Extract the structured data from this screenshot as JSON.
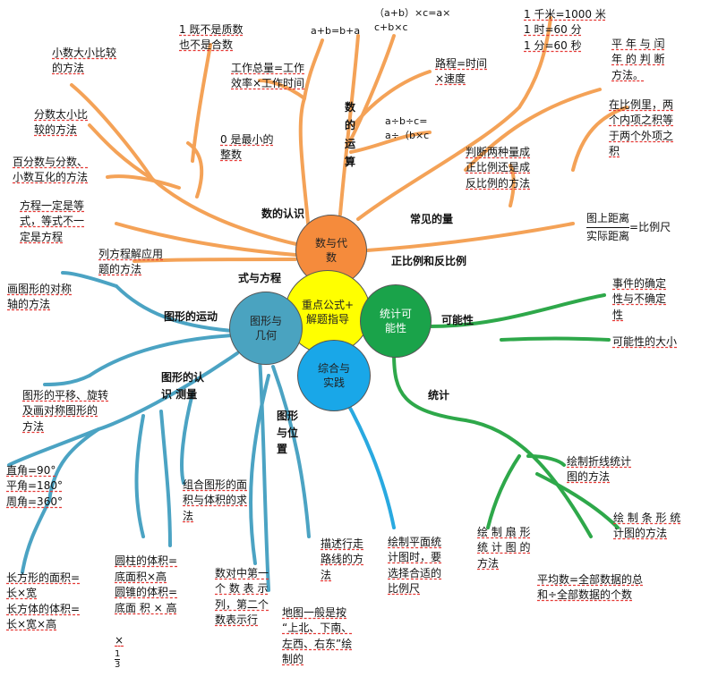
{
  "center": {
    "number_algebra": "数与代\n数",
    "key_formula": "重点公式+\n解题指导",
    "statistics_probability": "统计可\n能性",
    "geometry": "图形与\n几何",
    "practice": "综合与\n实践"
  },
  "categories": {
    "number_recognition": "数的认识",
    "number_operations": "数\n的\n运\n算",
    "common_quantities": "常见的量",
    "proportion": "正比例和反比例",
    "formulas_equations": "式与方程",
    "graph_motion": "图形的运动",
    "graph_measure": "图形的认\n识  测量",
    "graph_position": "图形\n与位\n置",
    "possibility": "可能性",
    "statistics": "统计"
  },
  "number_items": {
    "decimal_compare": "小数大小比较\n的方法",
    "fraction_compare": "分数太小比\n较的方法",
    "percent_convert": "百分数与分数、\n小数互化的方法",
    "zero_smallest": "0  是最小的\n整数",
    "one_not_prime": "1  既不是质数\n也不是合数",
    "equation_def": "方程一定是等\n式，等式不一\n定是方程",
    "equation_apply": "列方程解应用\n题的方法"
  },
  "operation_items": {
    "commutative": "a+b=b+a",
    "distributive": "（a+b）×c=a×\nc+b×c",
    "work_total": "工作总量=工作\n效率×工作时间",
    "distance": "路程=时间\n×速度",
    "division": "a÷b÷c=\na÷（b×c"
  },
  "quantity_items": {
    "units": "1 千米=1000 米\n1 时=60 分\n1 分=60 秒",
    "leap_year": "平 年 与 闰\n年 的 判 断\n方法。",
    "proportion_property": "在比例里，两\n个内项之积等\n于两个外项之\n积",
    "judge_proportion": "判断两种量成\n正比例还是成\n反比例的方法",
    "scale_numerator": "图上距离",
    "scale_denominator": "实际距离",
    "scale_result": "=比例尺"
  },
  "geometry_items": {
    "symmetry_axis": "画图形的对称\n轴的方法",
    "translate_rotate": "图形的平移、旋转\n及画对称图形的\n方法",
    "angles": "直角=90°\n平角=180°\n周角=360°",
    "rect_area": "长方形的面积=\n长×宽\n长方体的体积=\n长×宽×高",
    "cylinder_cone": "圆柱的体积=\n底面积×高\n圆锥的体积=\n底面 积 × 高",
    "cone_times": "×",
    "cone_frac_num": "1",
    "cone_frac_den": "3",
    "composite_area": "组合图形的面\n积与体积的求\n法",
    "number_pair": "数对中第一\n个 数 表 示\n列，第二个\n数表示行",
    "map_direction": "地图一般是按\n“上北、下南、\n左西、右东”绘\n制的",
    "route_method": "描述行走\n路线的方\n法"
  },
  "practice_items": {
    "plane_map": "绘制平面统\n计图时，要\n选择合适的\n比例尺"
  },
  "stats_items": {
    "event_certainty": "事件的确定\n性与不确定\n性",
    "possibility_size": "可能性的大小",
    "line_chart": "绘制折线统计\n图的方法",
    "bar_chart": "绘 制 条 形 统\n计图的方法",
    "pie_chart": "绘 制 扇 形\n统 计 图 的\n方法",
    "average": "平均数=全部数据的总\n和÷全部数据的个数"
  },
  "colors": {
    "orange_branch": "#f4a257",
    "blue_branch": "#4ba3c3",
    "green_branch": "#2ea84a",
    "light_blue_branch": "#29a9e0",
    "number_node": "#f58b3c",
    "formula_node": "#ffff00",
    "stats_node": "#1aa34a",
    "geometry_node": "#4aa3c0",
    "practice_node": "#19a7e8"
  }
}
